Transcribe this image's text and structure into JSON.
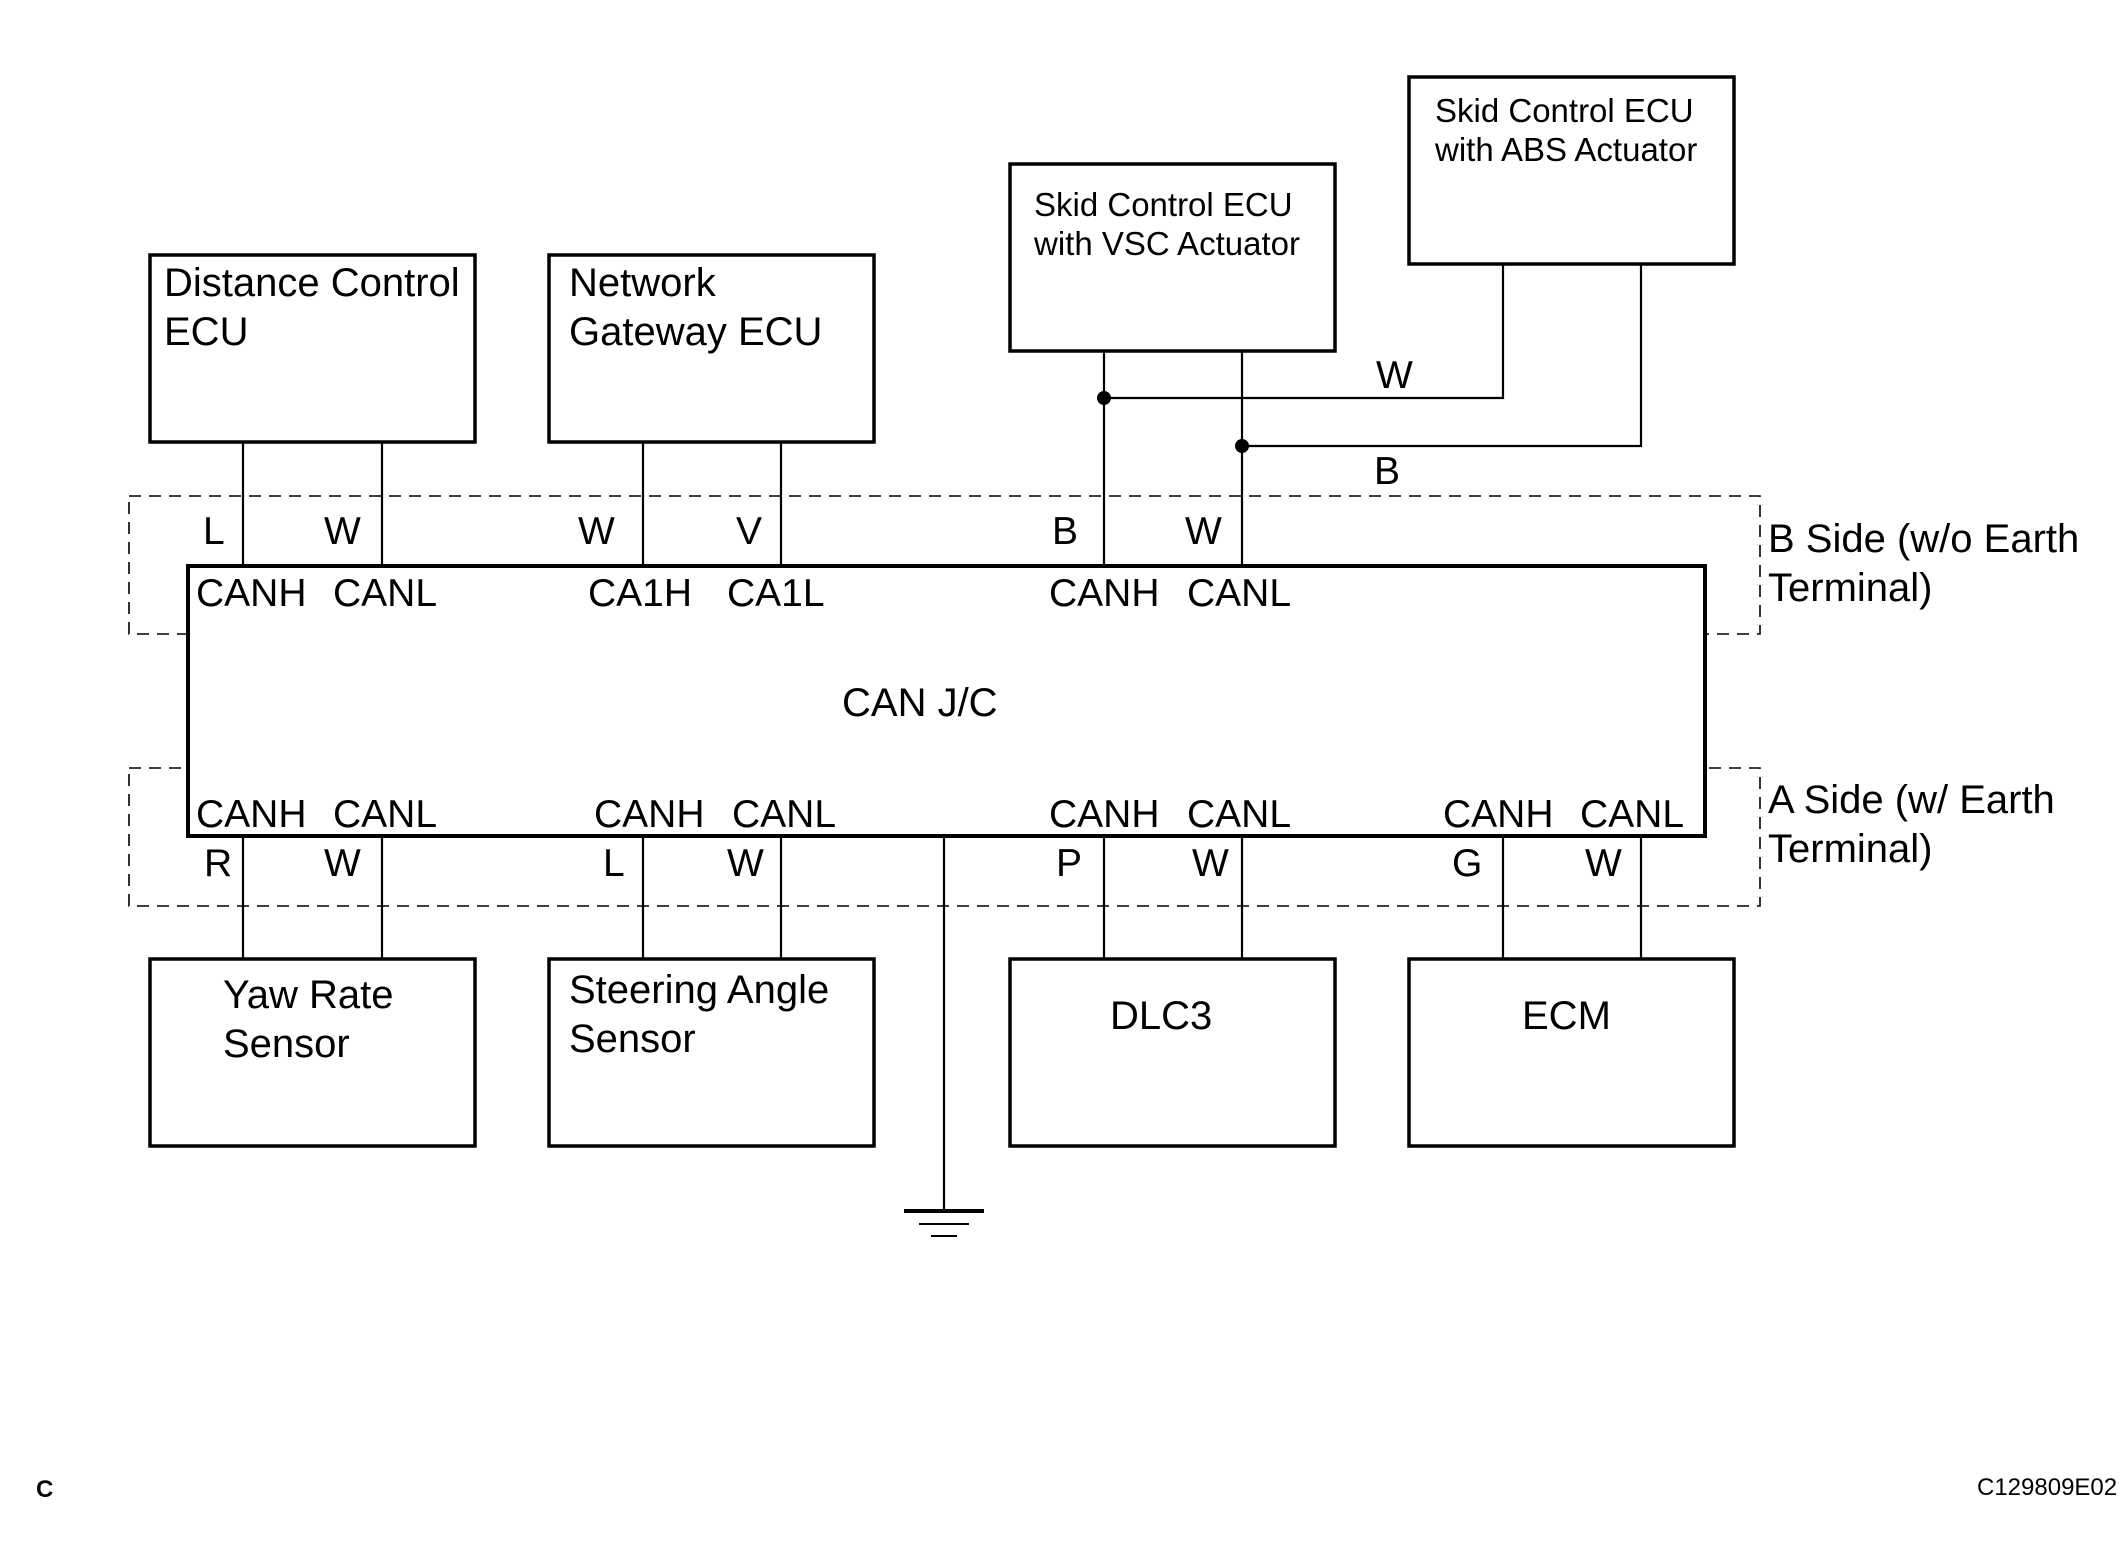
{
  "modules": {
    "distance_control_ecu": [
      "Distance Control",
      "ECU"
    ],
    "network_gateway_ecu": [
      "Network",
      "Gateway ECU"
    ],
    "skid_vsc": [
      "Skid Control ECU",
      "with VSC Actuator"
    ],
    "skid_abs": [
      "Skid Control ECU",
      "with ABS Actuator"
    ],
    "yaw_rate_sensor": [
      "Yaw Rate",
      "Sensor"
    ],
    "steering_angle_sensor": [
      "Steering Angle",
      "Sensor"
    ],
    "dlc3": "DLC3",
    "ecm": "ECM"
  },
  "junction": {
    "label": "CAN J/C",
    "b_side_pins": [
      "CANH",
      "CANL",
      "CA1H",
      "CA1L",
      "CANH",
      "CANL"
    ],
    "a_side_pins": [
      "CANH",
      "CANL",
      "CANH",
      "CANL",
      "CANH",
      "CANL",
      "CANH",
      "CANL"
    ]
  },
  "wire_colors": {
    "b_side": [
      "L",
      "W",
      "W",
      "V",
      "B",
      "W"
    ],
    "a_side": [
      "R",
      "W",
      "L",
      "W",
      "P",
      "W",
      "G",
      "W"
    ],
    "abs_link_upper": "W",
    "abs_link_lower": "B"
  },
  "sides": {
    "b_side": [
      "B Side (w/o Earth",
      "Terminal)"
    ],
    "a_side": [
      "A Side (w/ Earth",
      "Terminal)"
    ]
  },
  "footer": {
    "left": "C",
    "right": "C129809E02"
  }
}
